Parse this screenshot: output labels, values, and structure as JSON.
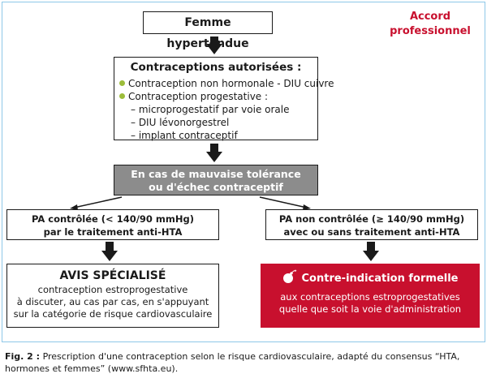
{
  "top_box": {
    "label": "Femme hypertendue"
  },
  "accord": {
    "line1": "Accord",
    "line2": "professionnel"
  },
  "contraceptions": {
    "title": "Contraceptions autorisées :",
    "items": [
      {
        "text": "Contraception non hormonale - DIU cuivre",
        "bullet": true
      },
      {
        "text": "Contraception progestative :",
        "bullet": true
      },
      {
        "text": "– microprogestatif par voie orale",
        "bullet": false
      },
      {
        "text": "– DIU lévonorgestrel",
        "bullet": false
      },
      {
        "text": "– implant contraceptif",
        "bullet": false
      }
    ],
    "bullet_color": "#9cbd3a"
  },
  "intolerance": {
    "line1": "En cas de mauvaise tolérance",
    "line2": "ou d'échec contraceptif"
  },
  "pa_controlled": {
    "line1": "PA contrôlée (< 140/90 mmHg)",
    "line2": "par le traitement anti-HTA"
  },
  "pa_uncontrolled": {
    "line1": "PA non contrôlée (≥ 140/90 mmHg)",
    "line2": "avec ou sans traitement anti-HTA"
  },
  "avis": {
    "title": "AVIS SPÉCIALISÉ",
    "line1": "contraception estroprogestative",
    "line2": "à discuter, au cas par cas, en s'appuyant",
    "line3": "sur la catégorie de risque cardiovasculaire"
  },
  "contre_indication": {
    "title": "Contre-indication formelle",
    "line1": "aux contraceptions estroprogestatives",
    "line2": "quelle que soit la voie d'administration",
    "icon": "bomb-icon",
    "color": "#c8102e"
  },
  "caption": {
    "label": "Fig. 2 :",
    "text": "Prescription d'une contraception selon le risque cardiovasculaire, adapté du consensus “HTA, hormones et femmes” (www.sfhta.eu)."
  }
}
